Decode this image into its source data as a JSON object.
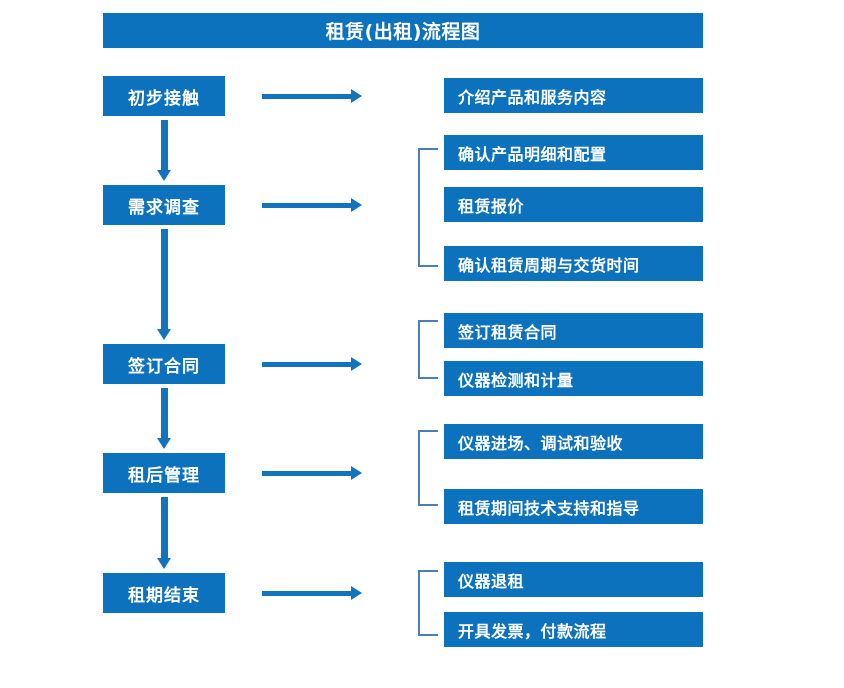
{
  "title": "租赁(出租)流程图",
  "colors": {
    "box_fill": "#0d72bd",
    "box_text": "#ffffff",
    "arrow": "#1274bd",
    "bracket": "#4a7fb5",
    "background": "#ffffff"
  },
  "stages": [
    {
      "label": "初步接触"
    },
    {
      "label": "需求调查"
    },
    {
      "label": "签订合同"
    },
    {
      "label": "租后管理"
    },
    {
      "label": "租期结束"
    }
  ],
  "details": [
    {
      "label": "介绍产品和服务内容"
    },
    {
      "label": "确认产品明细和配置"
    },
    {
      "label": "租赁报价"
    },
    {
      "label": "确认租赁周期与交货时间"
    },
    {
      "label": "签订租赁合同"
    },
    {
      "label": "仪器检测和计量"
    },
    {
      "label": "仪器进场、调试和验收"
    },
    {
      "label": "租赁期间技术支持和指导"
    },
    {
      "label": "仪器退租"
    },
    {
      "label": "开具发票，付款流程"
    }
  ],
  "connectors": {
    "stage_to_detail_arrow": "right-arrow",
    "stage_to_stage_arrow": "down-arrow",
    "group_bracket": "left-bracket"
  }
}
